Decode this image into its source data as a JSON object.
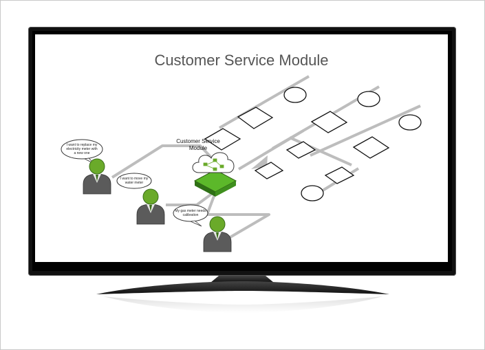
{
  "title": "Customer Service Module",
  "module_label_line1": "Customer Service",
  "module_label_line2": "Module",
  "bubbles": [
    {
      "lines": [
        "I want to replace my",
        "electricity meter with",
        "a new one"
      ]
    },
    {
      "lines": [
        "I want to move my",
        "water meter"
      ]
    },
    {
      "lines": [
        "My gas meter needs",
        "calibration"
      ]
    }
  ],
  "icons": [
    "monitor",
    "customer-person",
    "cloud",
    "green-platform",
    "decision-diamond",
    "process-rectangle",
    "terminal-circle",
    "arrow"
  ],
  "colors": {
    "person_green": "#6aaa2a",
    "person_body": "#5b5b5b",
    "platform_green": "#3f8f1e",
    "connector_gray": "#bdbdbd",
    "bezel": "#111111"
  }
}
